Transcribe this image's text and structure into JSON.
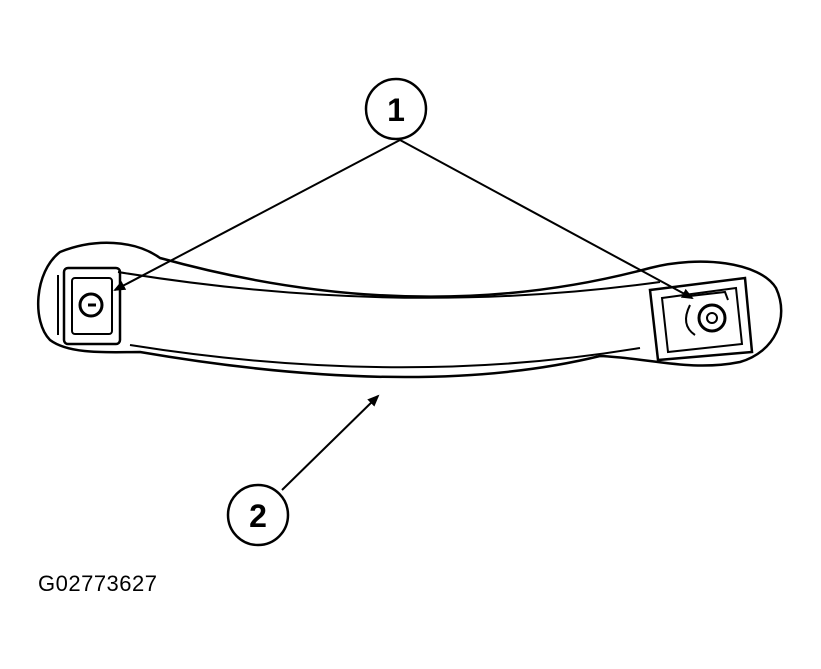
{
  "callouts": [
    {
      "number": "1",
      "meaning": ""
    },
    {
      "number": "2",
      "meaning": ""
    }
  ],
  "figure_code": "G02773627",
  "colors": {
    "line": "#000000",
    "background": "#ffffff"
  }
}
